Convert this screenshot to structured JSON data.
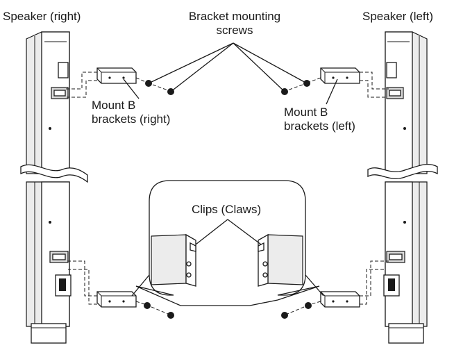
{
  "labels": {
    "speaker_right": "Speaker (right)",
    "speaker_left": "Speaker (left)",
    "bracket_screws": "Bracket mounting\nscrews",
    "mount_b_right": "Mount B\nbrackets (right)",
    "mount_b_left": "Mount B\nbrackets (left)",
    "clips": "Clips (Claws)"
  },
  "icons": [
    "speaker-right",
    "speaker-left",
    "mount-b-bracket",
    "bracket-screw",
    "clip-claw"
  ]
}
